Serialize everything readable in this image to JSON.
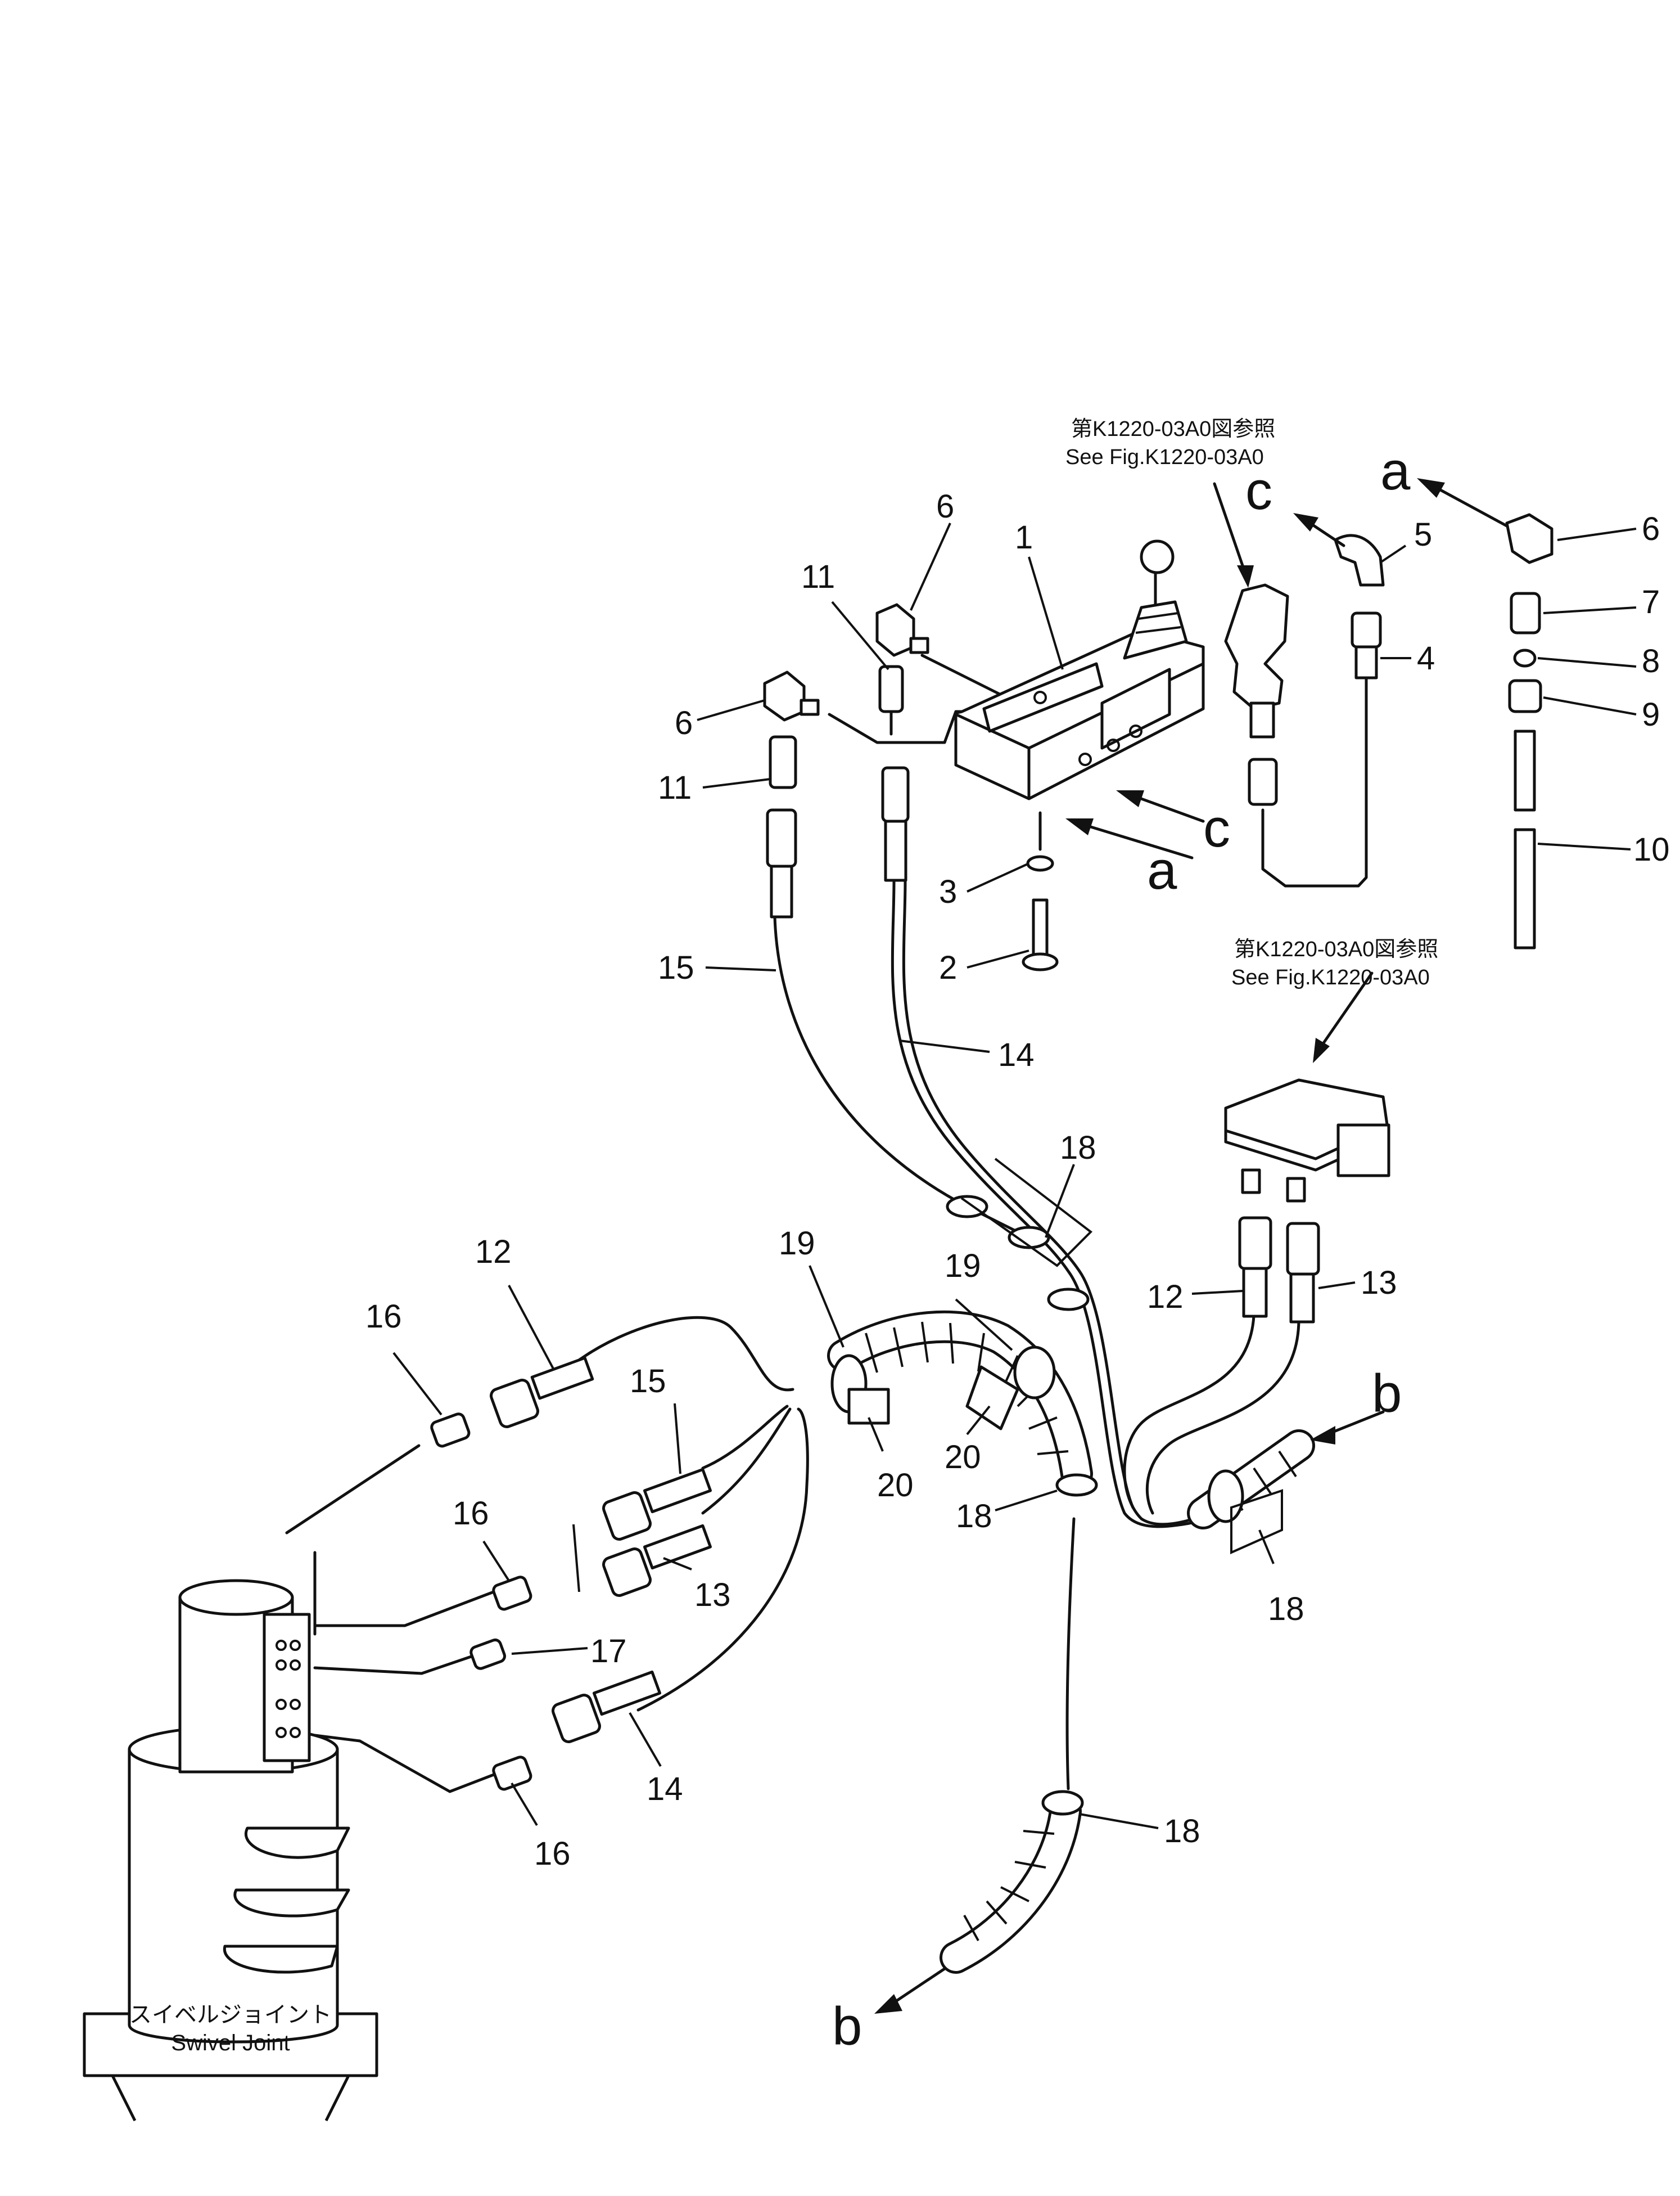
{
  "diagram": {
    "reference_notes": [
      {
        "jp": "第K1220-03A0図参照",
        "en": "See Fig.K1220-03A0"
      },
      {
        "jp": "第K1220-03A0図参照",
        "en": "See Fig.K1220-03A0"
      }
    ],
    "swivel_joint": {
      "jp": "スイベルジョイント",
      "en": "Swivel  Joint"
    },
    "view_letters": {
      "a": "a",
      "b": "b",
      "c": "c"
    },
    "callouts": {
      "n1": "1",
      "n2": "2",
      "n3": "3",
      "n4": "4",
      "n5": "5",
      "n6a": "6",
      "n6b": "6",
      "n6c": "6",
      "n7": "7",
      "n8": "8",
      "n9": "9",
      "n10": "10",
      "n11a": "11",
      "n11b": "11",
      "n12a": "12",
      "n12b": "12",
      "n13a": "13",
      "n13b": "13",
      "n14a": "14",
      "n14b": "14",
      "n15a": "15",
      "n15b": "15",
      "n16a": "16",
      "n16b": "16",
      "n16c": "16",
      "n17": "17",
      "n18a": "18",
      "n18b": "18",
      "n18c": "18",
      "n18d": "18",
      "n19a": "19",
      "n19b": "19",
      "n20a": "20",
      "n20b": "20"
    }
  }
}
